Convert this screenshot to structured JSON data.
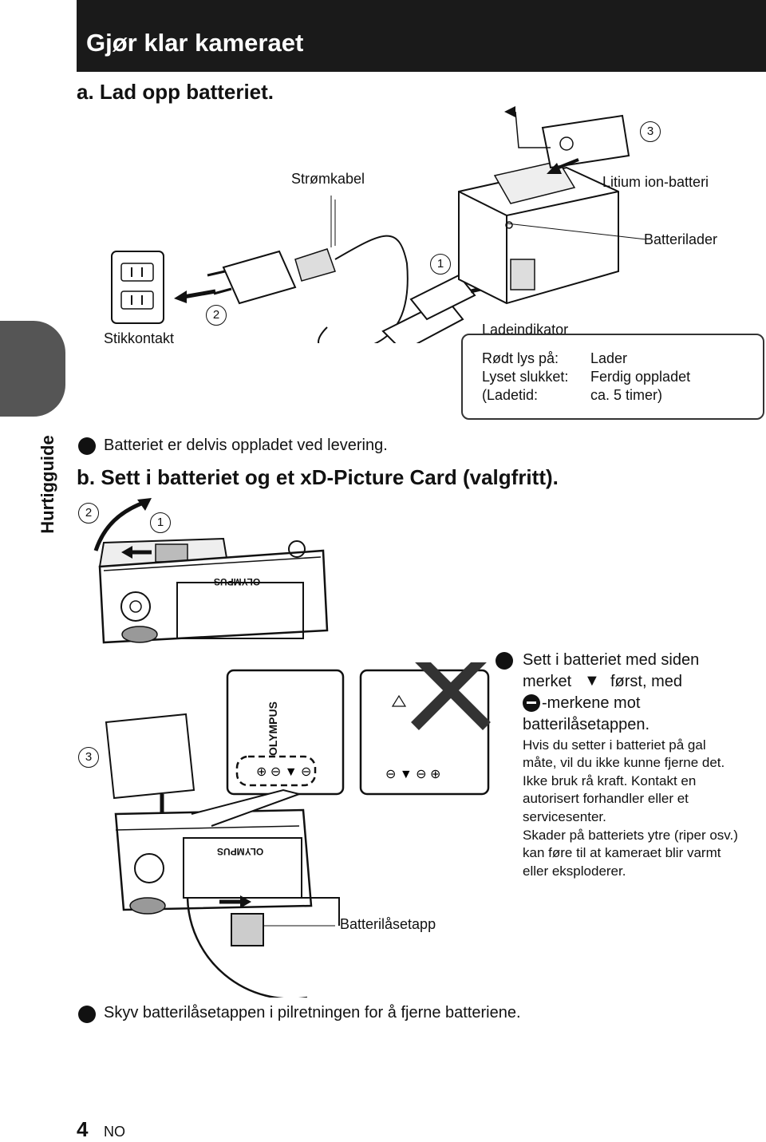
{
  "header": {
    "title": "Gjør klar kameraet"
  },
  "side_tab": {
    "label": "Hurtigguide"
  },
  "section_a": {
    "title": "a. Lad opp batteriet.",
    "labels": {
      "power_cable": "Strømkabel",
      "battery": "Litium ion-batteri",
      "charger": "Batterilader",
      "outlet": "Stikkontakt",
      "charge_indicator": "Ladeindikator"
    },
    "steps": [
      "1",
      "2",
      "3"
    ],
    "indicator_rows": [
      {
        "state": "Rødt lys på:",
        "meaning": "Lader"
      },
      {
        "state": "Lyset slukket:",
        "meaning": "Ferdig oppladet"
      },
      {
        "state": "(Ladetid:",
        "meaning": "ca. 5 timer)"
      }
    ],
    "note": "Batteriet er delvis oppladet ved levering."
  },
  "section_b": {
    "title": "b. Sett i batteriet og et xD-Picture Card (valgfritt).",
    "steps": [
      "1",
      "2",
      "3"
    ],
    "brand": "OLYMPUS",
    "latch_label": "Batterilåsetapp",
    "insert_note": {
      "line1": "Sett i batteriet med siden",
      "line2a": "merket",
      "line2b": "først, med",
      "line3": "-merkene mot",
      "line4": "batterilåsetappen."
    },
    "warning_lines": [
      "Hvis du setter i batteriet på gal",
      "måte, vil du ikke kunne fjerne det.",
      "Ikke bruk rå kraft. Kontakt en",
      "autorisert forhandler eller et",
      "servicesenter.",
      "Skader på batteriets ytre (riper osv.)",
      "kan føre til at kameraet blir varmt",
      "eller eksploderer."
    ],
    "remove_note": "Skyv batterilåsetappen i pilretningen for å fjerne batteriene."
  },
  "footer": {
    "page": "4",
    "lang": "NO"
  }
}
